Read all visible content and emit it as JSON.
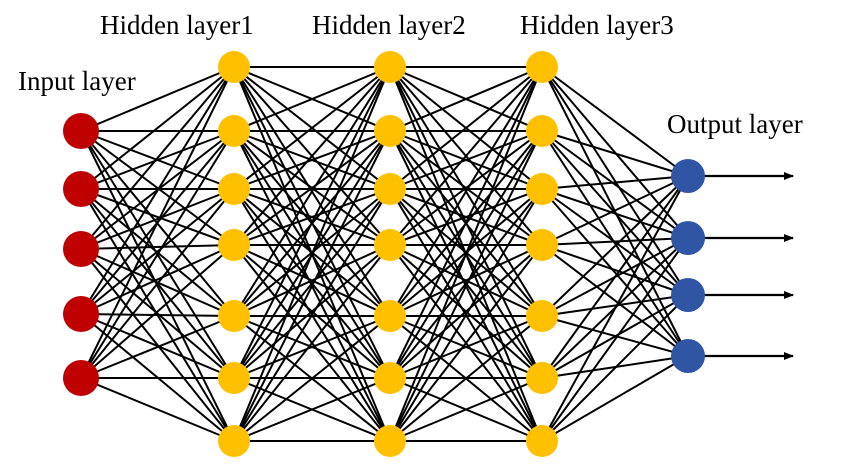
{
  "labels": {
    "input": "Input layer",
    "hidden1": "Hidden layer1",
    "hidden2": "Hidden layer2",
    "hidden3": "Hidden layer3",
    "output": "Output layer"
  },
  "layers": [
    {
      "key": "input",
      "nodes": 5,
      "color": "#c00000"
    },
    {
      "key": "hidden1",
      "nodes": 7,
      "color": "#ffc000"
    },
    {
      "key": "hidden2",
      "nodes": 7,
      "color": "#ffc000"
    },
    {
      "key": "hidden3",
      "nodes": 7,
      "color": "#ffc000"
    },
    {
      "key": "output",
      "nodes": 4,
      "color": "#2f55a4"
    }
  ],
  "connection_color": "#000000",
  "output_arrows": true
}
